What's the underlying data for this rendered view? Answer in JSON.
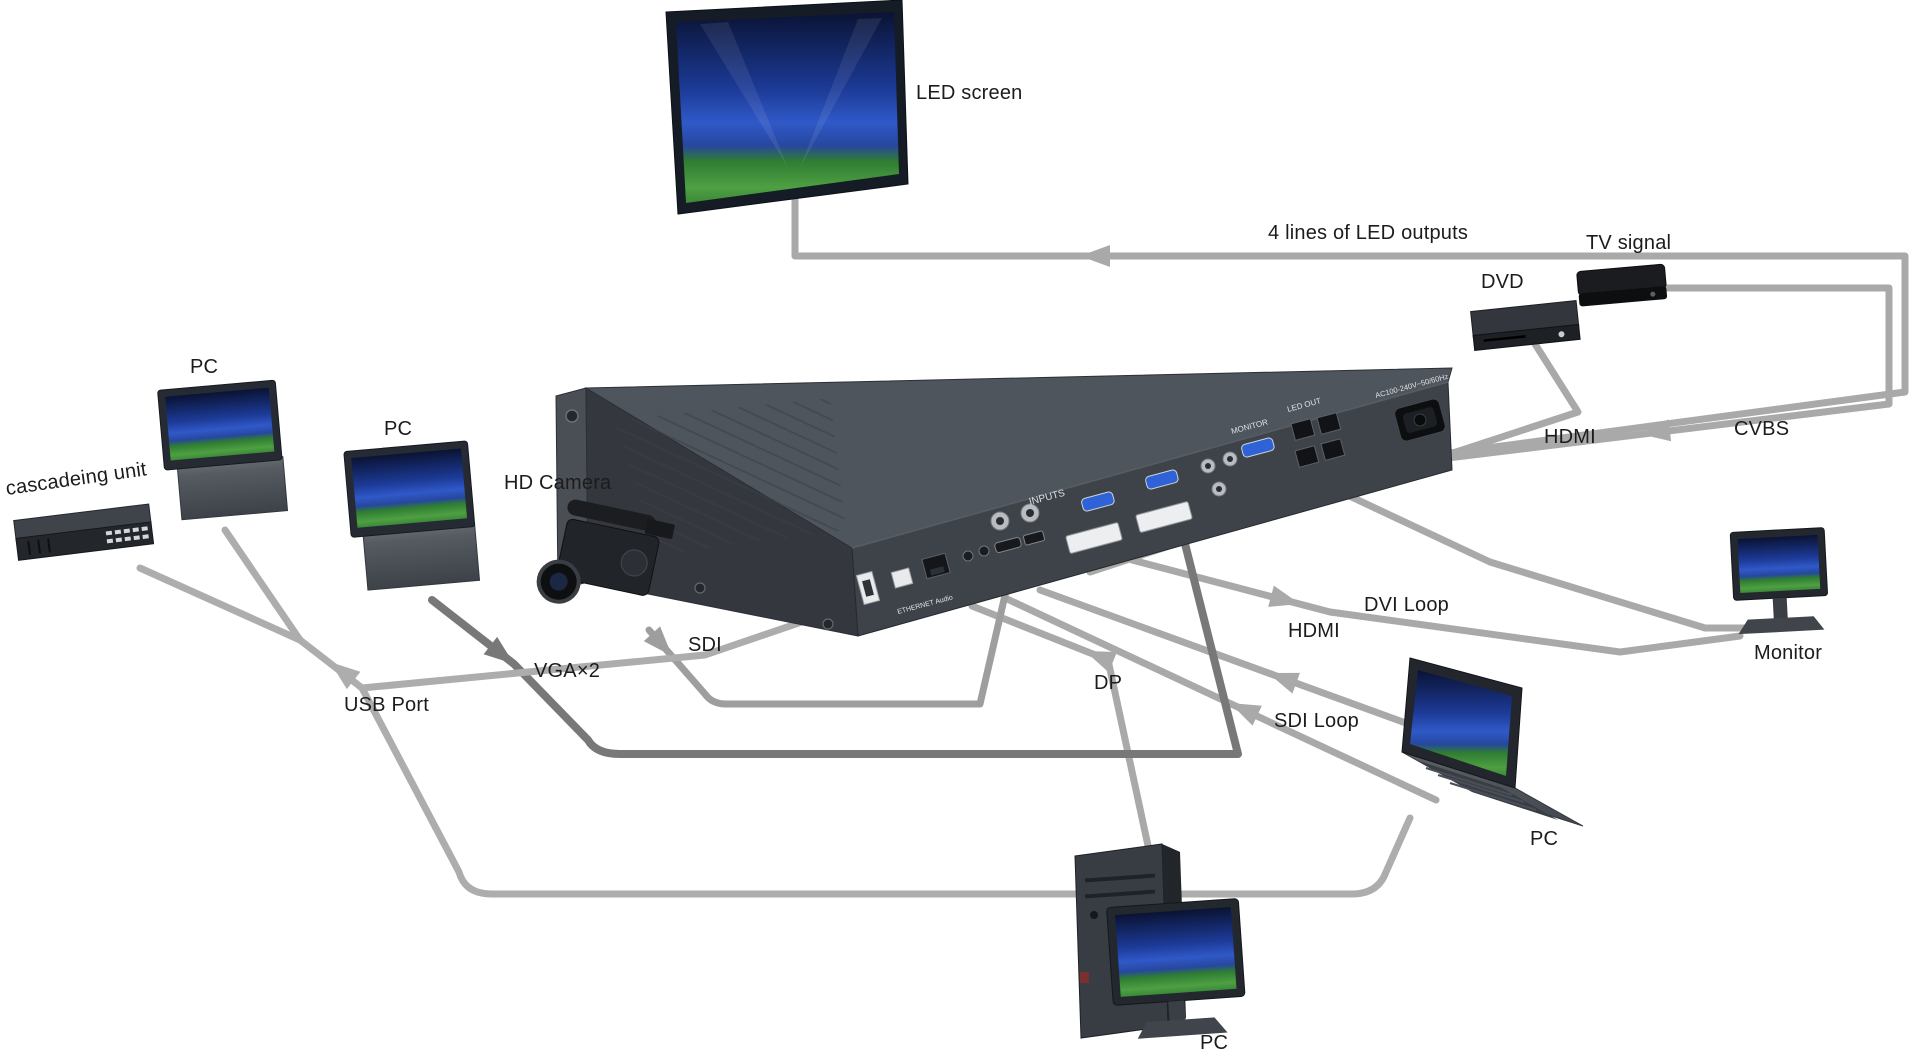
{
  "labels": {
    "led_screen": "LED screen",
    "led_outputs": "4 lines of LED outputs",
    "tv_signal": "TV signal",
    "dvd": "DVD",
    "pc_left": "PC",
    "cascading_unit": "cascadeing unit",
    "pc_2": "PC",
    "hd_camera": "HD Camera",
    "sdi": "SDI",
    "vga": "VGA×2",
    "usb_port": "USB Port",
    "dp": "DP",
    "hdmi_input": "HDMI",
    "sdi_loop": "SDI Loop",
    "dvi_loop": "DVI Loop",
    "hdmi_dvd": "HDMI",
    "cvbs": "CVBS",
    "monitor": "Monitor",
    "pc_laptop": "PC",
    "pc_desktop": "PC"
  },
  "processor": {
    "panel": {
      "inputs": "INPUTS",
      "monitor_out": "MONITOR",
      "led_out": "LED OUT",
      "ethernet_audio": "ETHERNET Audio",
      "power_rating": "AC100-240V~50/60Hz"
    }
  },
  "colors": {
    "cable": "#a9a9a9",
    "cable_dark": "#787878",
    "chassis_top": "#4f555c",
    "chassis_panel": "#3e434a",
    "screen_blue": "#1c3a96",
    "field_green": "#2e7d32",
    "vga_blue": "#2f62d6"
  }
}
